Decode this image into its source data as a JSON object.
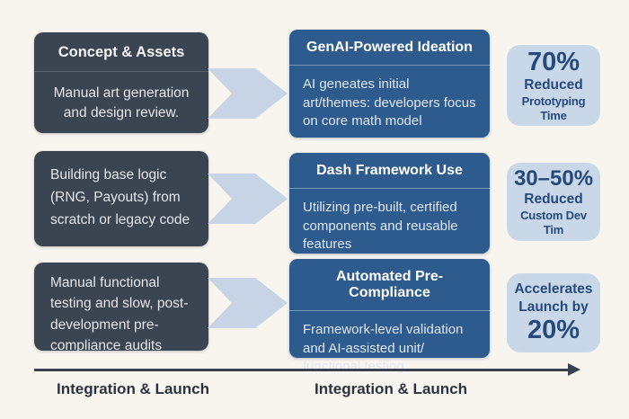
{
  "palette": {
    "background": "#f8f5ef",
    "dark_box": "#3b4451",
    "dark_box_text": "#e9ebef",
    "blue_box": "#2d5b8d",
    "blue_box_text": "#dde7f2",
    "chevron": "#c6d4e5",
    "stat_card_bg": "#c8d8e9",
    "stat_card_text": "#26497c",
    "axis_color": "#3a4250",
    "label_color": "#2a323e"
  },
  "rows": [
    {
      "left": {
        "title": "Concept & Assets",
        "body": "Manual art generation and design review."
      },
      "right": {
        "title": "GenAI-Powered Ideation",
        "body": "AI geneates initial art/themes: developers focus on core math model"
      },
      "stat": {
        "lines": [
          {
            "text": "70%"
          },
          {
            "text": "Reduced"
          },
          {
            "text": "Prototyping Time"
          }
        ]
      }
    },
    {
      "left": {
        "body": "Building base logic (RNG, Payouts) from scratch or legacy code"
      },
      "right": {
        "title": "Dash Framework Use",
        "body": "Utilizing pre-built, certified components and reusable features"
      },
      "stat": {
        "lines": [
          {
            "text": "30–50%"
          },
          {
            "text": "Reduced"
          },
          {
            "text": "Custom Dev Tim"
          }
        ]
      }
    },
    {
      "left": {
        "body": "Manual functional testing and slow, post-development pre-compliance audits"
      },
      "right": {
        "title": "Automated Pre-Compliance",
        "body": "Framework-level validation and AI-assisted unit/ functional testing"
      },
      "stat": {
        "lines": [
          {
            "text": "Accelerates"
          },
          {
            "text": "Launch by"
          },
          {
            "text": "20%"
          }
        ]
      }
    }
  ],
  "axis": {
    "label_left": "Integration & Launch",
    "label_center": "Integration & Launch"
  }
}
